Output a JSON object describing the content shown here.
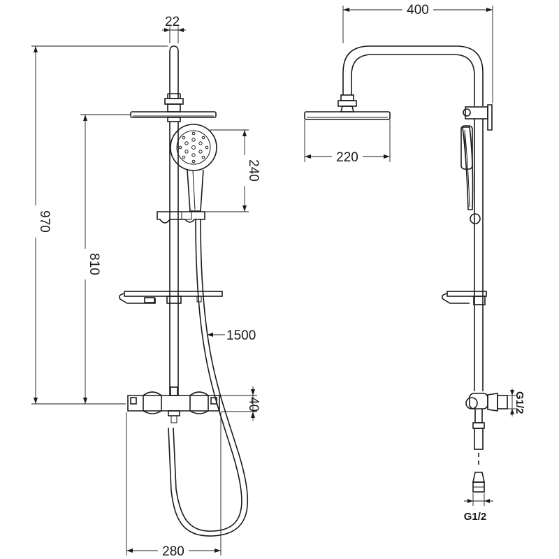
{
  "dimensions": {
    "arm_diameter": "22",
    "total_height": "970",
    "bar_height": "810",
    "hand_shower_length": "240",
    "hose_length": "1500",
    "mixer_height": "40",
    "mixer_width": "280",
    "arm_reach": "400",
    "head_diameter": "220",
    "side_connection": "G1/2",
    "bottom_connection": "G1/2"
  }
}
